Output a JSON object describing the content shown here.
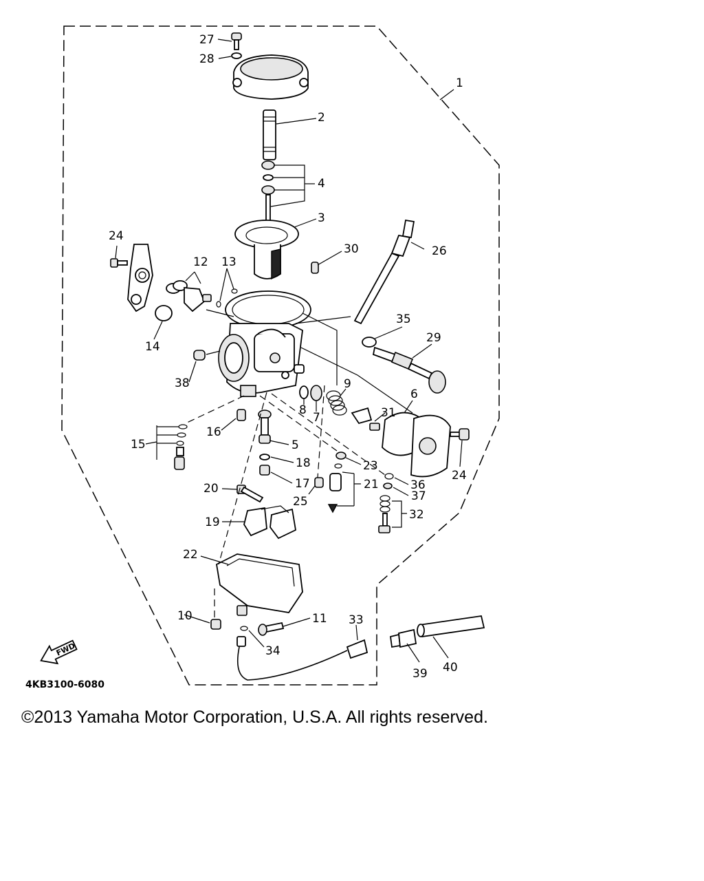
{
  "diagram": {
    "part_code": "4KB3100-6080",
    "fwd_label": "FWD",
    "callouts": [
      "1",
      "2",
      "3",
      "4",
      "5",
      "6",
      "7",
      "8",
      "9",
      "10",
      "11",
      "12",
      "13",
      "14",
      "15",
      "16",
      "17",
      "18",
      "19",
      "20",
      "21",
      "22",
      "23",
      "24",
      "24",
      "25",
      "26",
      "27",
      "28",
      "29",
      "30",
      "31",
      "32",
      "33",
      "34",
      "35",
      "36",
      "37",
      "38",
      "39",
      "40"
    ]
  },
  "footer": {
    "copyright": "©2013 Yamaha Motor Corporation, U.S.A. All rights reserved."
  }
}
